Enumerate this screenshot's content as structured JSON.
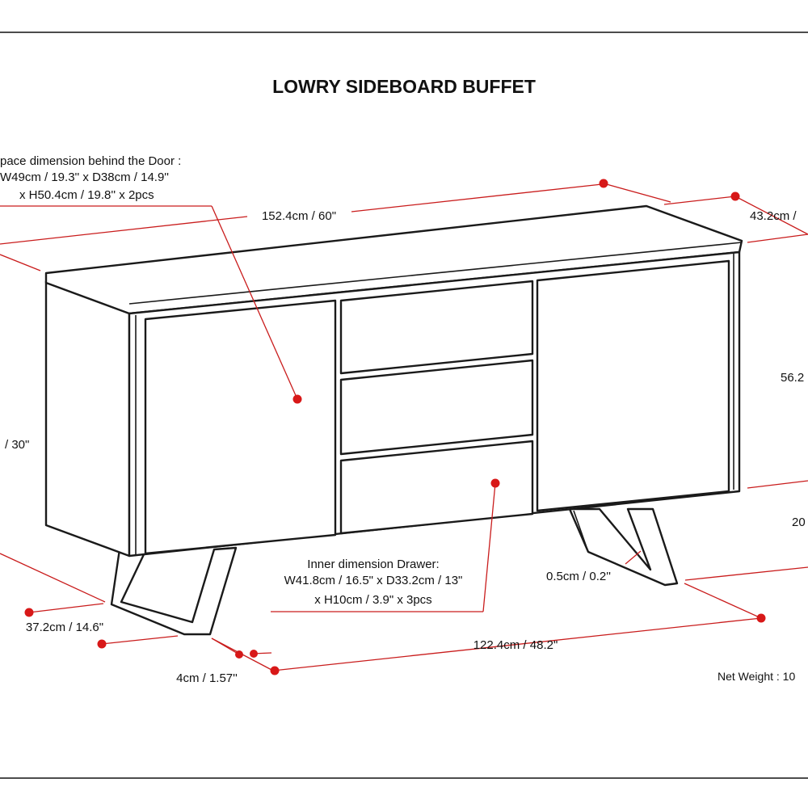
{
  "title": "LOWRY SIDEBOARD BUFFET",
  "labels": {
    "door_space_1": "pace dimension behind the Door :",
    "door_space_2": "W49cm / 19.3'' x D38cm / 14.9''",
    "door_space_3": "x H50.4cm / 19.8'' x 2pcs",
    "overall_width": "152.4cm / 60\"",
    "depth": "43.2cm /",
    "height_right": "56.2",
    "height_left": "/ 30\"",
    "clearance": "20",
    "drawer_1": "Inner dimension Drawer:",
    "drawer_2": "W41.8cm / 16.5\" x D33.2cm / 13\"",
    "drawer_3": "x H10cm / 3.9\" x 3pcs",
    "leg_thickness": "0.5cm / 0.2''",
    "leg_depth": "37.2cm / 14.6\"",
    "leg_span": "122.4cm / 48.2\"",
    "leg_width": "4cm / 1.57''",
    "net_weight": "Net Weight : 10"
  },
  "colors": {
    "dimension_lines": "#c91c1c",
    "dots": "#d81818",
    "outline": "#1a1a1a"
  }
}
